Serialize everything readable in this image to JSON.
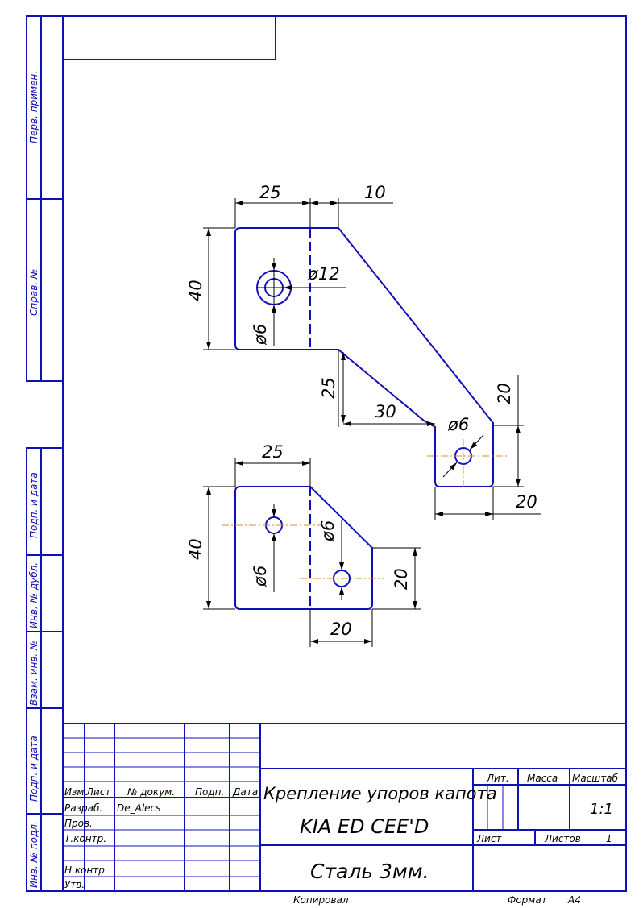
{
  "side_labels": {
    "perv_primen": "Перв. примен.",
    "sprav_no": "Справ. №",
    "podp_data_1": "Подп. и дата",
    "inv_dubl": "Инв. № дубл.",
    "vzam_inv": "Взам. инв. №",
    "podp_data_2": "Подп. и дата",
    "inv_podl": "Инв. № подл."
  },
  "dimensions": {
    "d25_top": "25",
    "d10": "10",
    "d40_top": "40",
    "phi12": "ø12",
    "phi6_a": "ø6",
    "d25_vert": "25",
    "d30": "30",
    "phi6_b": "ø6",
    "d20_right": "20",
    "d20_bottom_right": "20",
    "d25_lower": "25",
    "d40_lower": "40",
    "phi6_c": "ø6",
    "phi6_d": "ø6",
    "d20_lower_right": "20",
    "d20_lower_bottom": "20"
  },
  "title_block": {
    "col_izm": "Изм.",
    "col_list": "Лист",
    "col_no_dokum": "№ докум.",
    "col_podp": "Подп.",
    "col_data": "Дата",
    "row_razrab": "Разраб.",
    "razrab_name": "De_Alecs",
    "row_prov": "Пров.",
    "row_tkontr": "Т.контр.",
    "row_nkontr": "Н.контр.",
    "row_utv": "Утв.",
    "title_line1": "Крепление упоров капота",
    "title_line2": "KIA ED CEE'D",
    "material": "Сталь 3мм.",
    "lit": "Лит.",
    "massa": "Масса",
    "masshtab": "Масштаб",
    "scale_value": "1:1",
    "list_label": "Лист",
    "listov_label": "Листов",
    "listov_value": "1",
    "kopiroval": "Копировал",
    "format_label": "Формат",
    "format_value": "A4"
  }
}
